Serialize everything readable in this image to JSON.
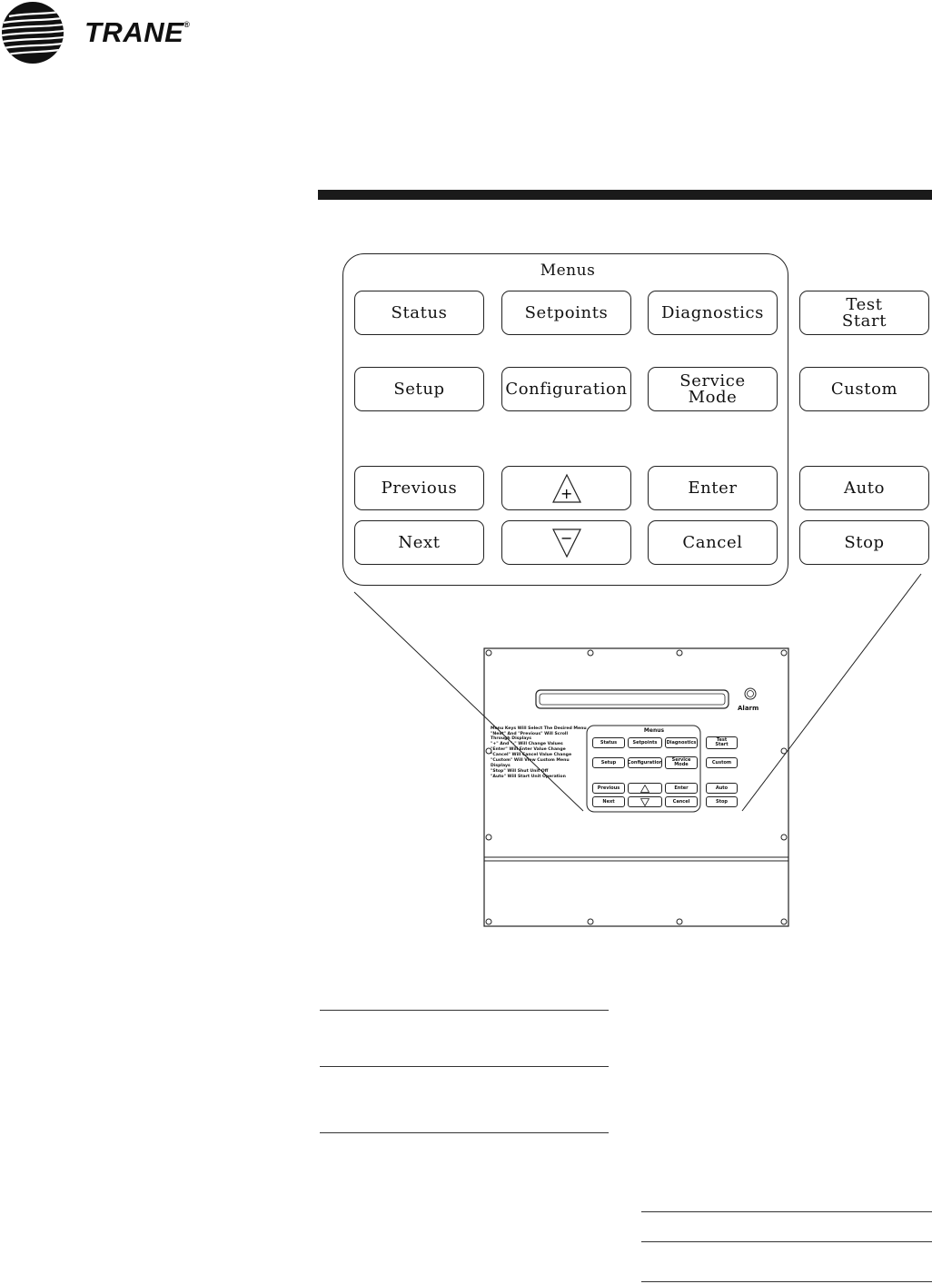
{
  "brand": {
    "name": "TRANE",
    "mark": "®"
  },
  "keypad": {
    "title": "Menus",
    "keys": {
      "status": "Status",
      "setpoints": "Setpoints",
      "diagnostics": "Diagnostics",
      "test_start": "Test\nStart",
      "setup": "Setup",
      "configuration": "Configuration",
      "service_mode": "Service\nMode",
      "custom": "Custom",
      "previous": "Previous",
      "enter": "Enter",
      "auto": "Auto",
      "next": "Next",
      "cancel": "Cancel",
      "stop": "Stop"
    },
    "increment_symbol": "+",
    "decrement_symbol": "−"
  },
  "controller": {
    "alarm_label": "Alarm",
    "menus_title": "Menus",
    "instructions": [
      "Menu Keys Will Select The Desired Menu",
      "\"Next\" And \"Previous\" Will Scroll Through Displays",
      "\"+\" And \"-\" Will Change Values",
      "\"Enter\" Will Enter Value Change",
      "\"Cancel\" Will Cancel Value Change",
      "\"Custom\" Will View Custom Menu Displays",
      "\"Stop\" Will Shut Unit Off",
      "\"Auto\" Will Start Unit Operation"
    ]
  }
}
